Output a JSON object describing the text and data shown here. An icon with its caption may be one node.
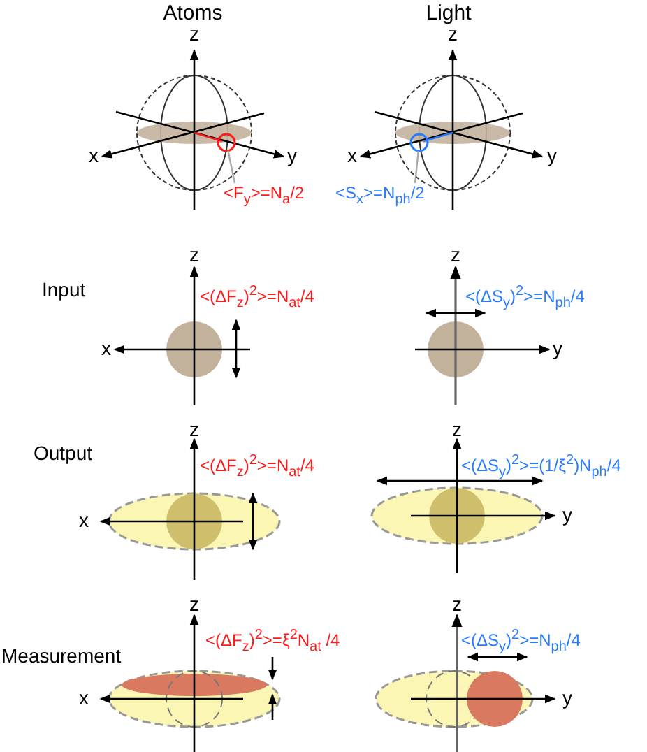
{
  "diagram": {
    "nodes": [
      {
        "text": [
          "<F$_{y}$>=N$_{a}$/2"
        ]
      },
      {
        "text": [],
        "shape": "circle"
      },
      {
        "text": [
          "<S$_{x}$>=N$_{ph}$/2"
        ]
      },
      {
        "text": [],
        "shape": "circle"
      }
    ],
    "edges": [
      {
        "from": 0,
        "to": 1,
        "arrow": "none",
        "color": "#aaaaaa"
      },
      {
        "from": 2,
        "to": 3,
        "arrow": "none",
        "color": "#aaaaaa"
      }
    ],
    "labels": [
      "Atoms",
      "Light",
      "z",
      "z",
      "x",
      "y",
      "x",
      "y",
      "z",
      "z",
      "Input",
      "<(ΔF$_{z}$)$^{2}$>=N$_{at}$/4",
      "<(ΔS$_{y}$)$^{2}$>=N$_{ph}$/4",
      "x",
      "y",
      "z",
      "z",
      "Output",
      "<(ΔF$_{z}$)$^{2}$>=N$_{at}$/4",
      "<(ΔS$_{y}$)$^{2}$>=(1/ξ$^{2}$)N$_{ph}$/4",
      "x",
      "y",
      "z",
      "z",
      "<(ΔF$_{z}$)$^{2}$>=ξ$^{2}$N$_{at}$ /4",
      "<(ΔS$_{y}$)$^{2}$>=N$_{ph}$/4",
      "Measurement",
      "x",
      "y"
    ]
  }
}
